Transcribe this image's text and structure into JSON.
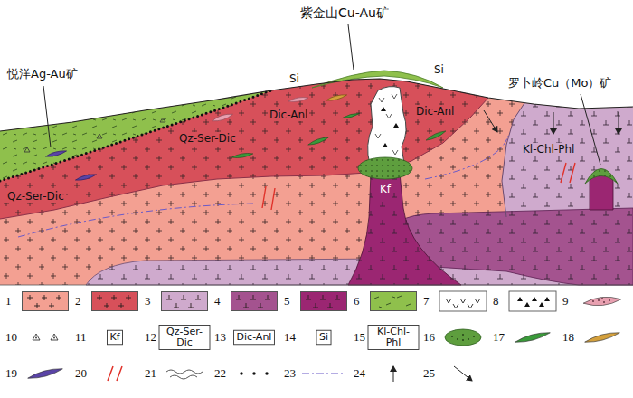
{
  "diagram": {
    "labels": [
      "紫金山Cu-Au矿",
      "悦洋Ag-Au矿",
      "罗卜岭Cu（Mo）矿",
      "Si",
      "Si",
      "Dic-Anl",
      "Dic-Anl",
      "Qz-Ser-Dic",
      "Qz-Ser-Dic",
      "Kl-Chl-Phl",
      "Kf",
      "Kf",
      "Qz-Ser-Dic",
      "Dic-Anl",
      "Si",
      "Kl-Chl-Phl"
    ],
    "legend": [
      {
        "text": "1",
        "color": "#f3a092"
      },
      {
        "text": "2",
        "color": "#d7505a"
      },
      {
        "text": "3",
        "color": "#cfaacd"
      },
      {
        "text": "4",
        "color": "#a4538f"
      },
      {
        "text": "5",
        "color": "#9b2672"
      },
      {
        "text": "6",
        "color": "#8fc04c"
      },
      {
        "text": "7"
      },
      {
        "text": "8"
      },
      {
        "text": "9"
      },
      {
        "text": "10"
      },
      {
        "text": "11"
      },
      {
        "text": "12"
      },
      {
        "text": "13"
      },
      {
        "text": "14"
      },
      {
        "text": "15"
      },
      {
        "text": "16"
      },
      {
        "text": "17"
      },
      {
        "text": "18"
      },
      {
        "text": "19"
      },
      {
        "text": "20"
      },
      {
        "text": "21"
      },
      {
        "text": "22"
      },
      {
        "text": "23"
      },
      {
        "text": "24"
      },
      {
        "text": "25"
      }
    ]
  }
}
